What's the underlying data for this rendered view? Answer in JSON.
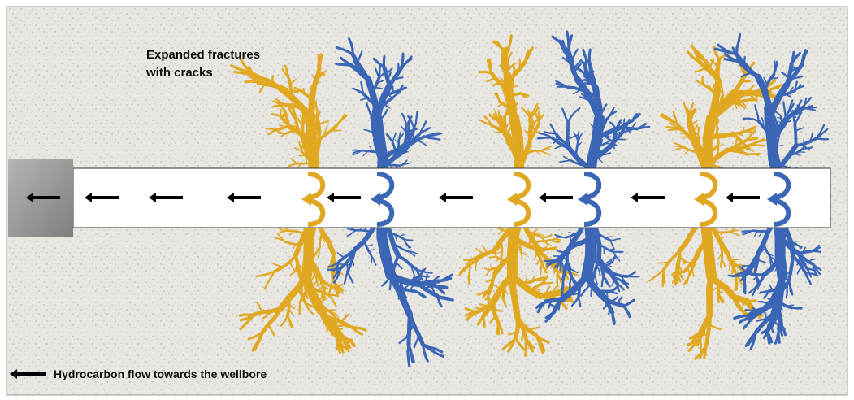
{
  "annotation": {
    "line1": "Expanded fractures",
    "line2": "with cracks"
  },
  "legend": {
    "label": "Hydrocarbon flow towards the wellbore",
    "icon": "left-arrow-icon"
  },
  "colors": {
    "fracture_yellow": "#E0A721",
    "fracture_blue": "#3A66B5",
    "wellbore_fill": "#FFFFFF",
    "casing_gray": "#9A9A9A",
    "rock_background": "#E8E6E1",
    "arrow": "#000000"
  },
  "fracture_pairs": [
    {
      "yellow": "fracture-1",
      "blue": "fracture-2"
    },
    {
      "yellow": "fracture-3",
      "blue": "fracture-4"
    },
    {
      "yellow": "fracture-5",
      "blue": "fracture-6"
    }
  ]
}
